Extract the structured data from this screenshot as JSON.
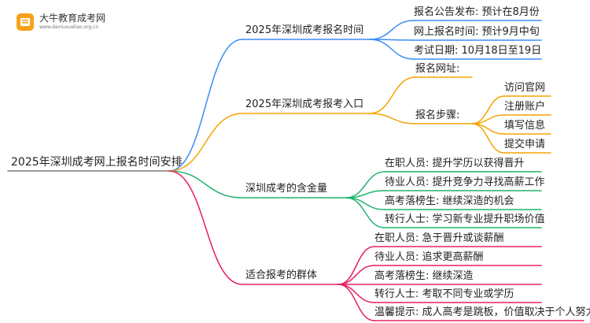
{
  "logo": {
    "title": "大牛教育成考网",
    "site": "www.daniuxueliao.org.cn"
  },
  "colors": {
    "blue": "#3a8ef6",
    "orange": "#f5a300",
    "green": "#21b36f",
    "red": "#e81e63",
    "root_line": "#7a7a7a"
  },
  "root": "2025年深圳成考网上报名时间安排",
  "branches": [
    {
      "label": "2025年深圳成考报名时间",
      "items": [
        {
          "label": "报名公告发布: 预计在8月份"
        },
        {
          "label": "网上报名时间: 预计9月中旬"
        },
        {
          "label": "考试日期: 10月18日至19日"
        }
      ]
    },
    {
      "label": "2025年深圳成考报考入口",
      "items": [
        {
          "label": "报名网址:"
        },
        {
          "label": "报名步骤:",
          "children": [
            "访问官网",
            "注册账户",
            "填写信息",
            "提交申请"
          ]
        }
      ]
    },
    {
      "label": "深圳成考的含金量",
      "items": [
        {
          "label": "在职人员: 提升学历以获得晋升"
        },
        {
          "label": "待业人员: 提升竞争力寻找高薪工作"
        },
        {
          "label": "高考落榜生: 继续深造的机会"
        },
        {
          "label": "转行人士: 学习新专业提升职场价值"
        }
      ]
    },
    {
      "label": "适合报考的群体",
      "items": [
        {
          "label": "在职人员: 急于晋升或谈薪酬"
        },
        {
          "label": "待业人员: 追求更高薪酬"
        },
        {
          "label": "高考落榜生: 继续深造"
        },
        {
          "label": "转行人士: 考取不同专业或学历"
        },
        {
          "label": "温馨提示: 成人高考是跳板，价值取决于个人努力"
        }
      ]
    }
  ]
}
